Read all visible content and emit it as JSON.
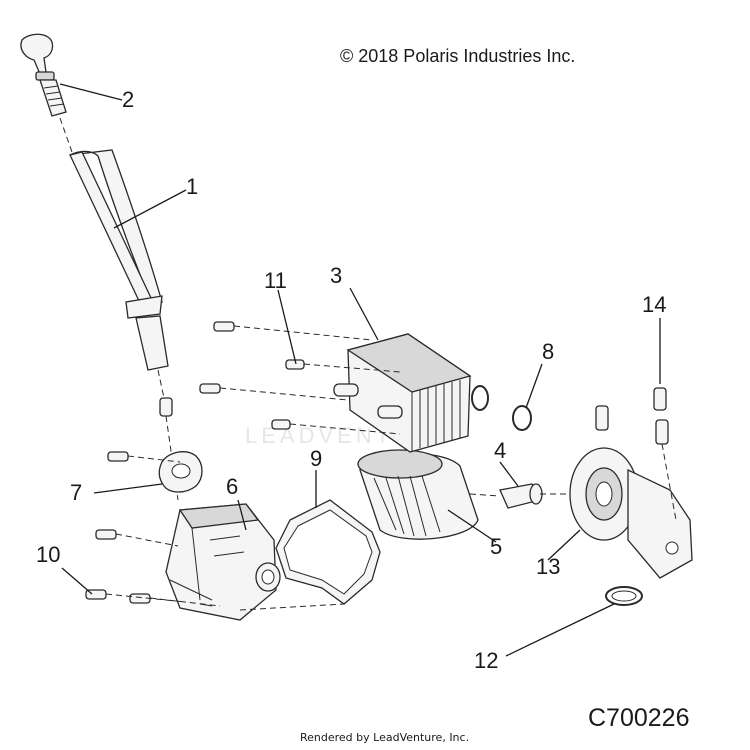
{
  "copyright": "© 2018 Polaris Industries Inc.",
  "diagram_code": "C700226",
  "rendered_by": "Rendered by LeadVenture, Inc.",
  "watermark": "LEADVENTURE",
  "callouts": {
    "c1": "1",
    "c2": "2",
    "c3": "3",
    "c4": "4",
    "c5": "5",
    "c6": "6",
    "c7": "7",
    "c8": "8",
    "c9": "9",
    "c10": "10",
    "c11": "11",
    "c12": "12",
    "c13": "13",
    "c14": "14"
  }
}
